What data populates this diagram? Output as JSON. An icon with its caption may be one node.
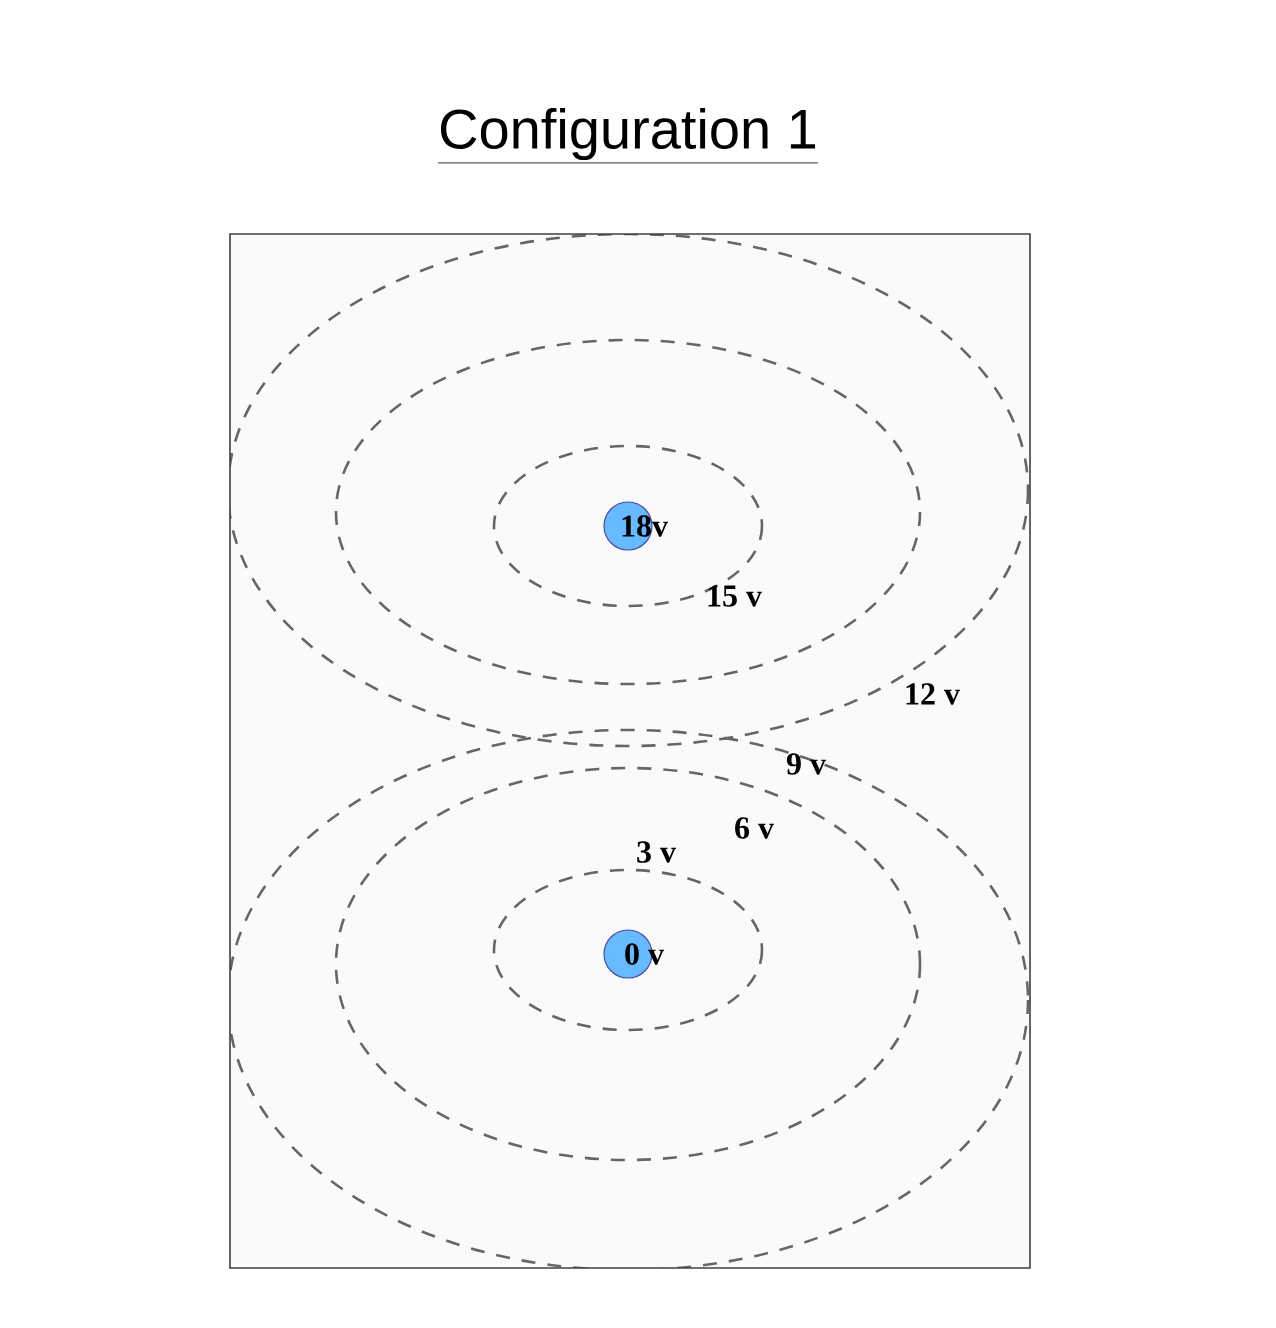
{
  "diagram": {
    "title": "Configuration 1",
    "nodes": [
      {
        "text": [
          "18v"
        ]
      },
      {
        "text": [
          "0 v"
        ]
      }
    ],
    "labels": [
      "15 v",
      "12 v",
      "9 v",
      "6 v",
      "3 v"
    ]
  }
}
